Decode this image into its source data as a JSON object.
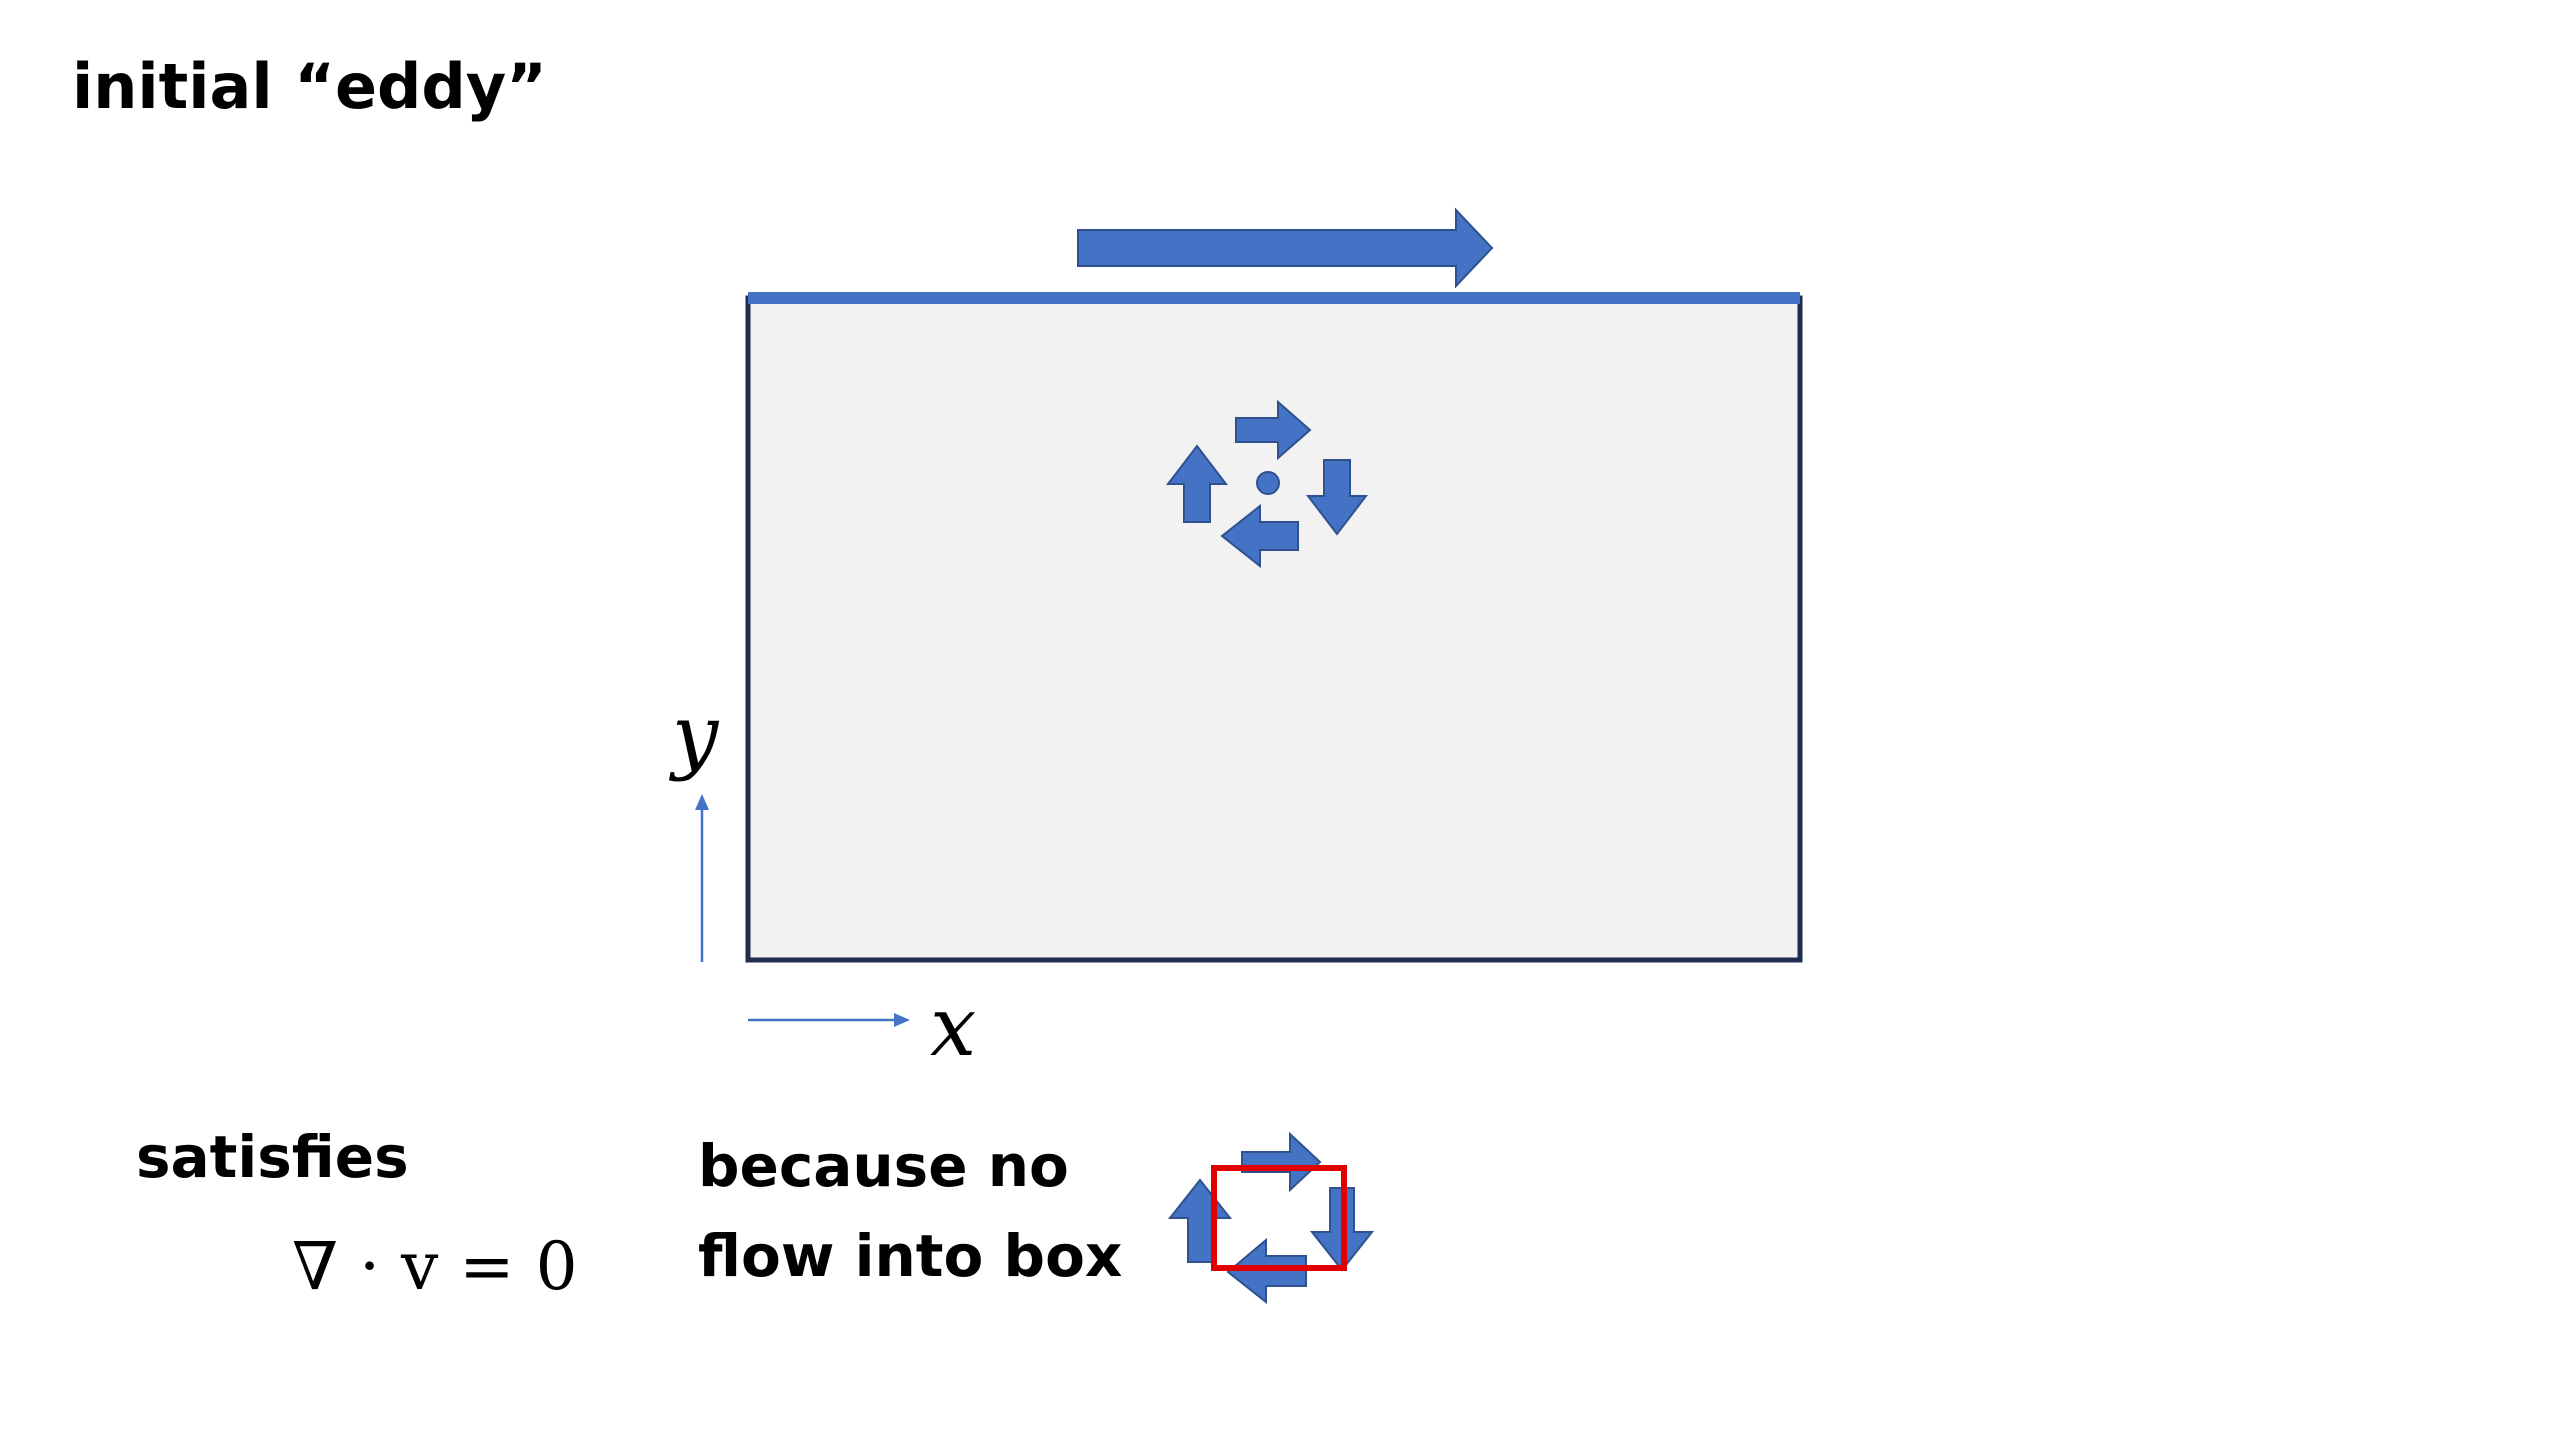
{
  "title": "initial “eddy”",
  "labels": {
    "satisfies": "satisfies",
    "divergence": "∇ · v = 0",
    "because_line1": "because no",
    "because_line2": "flow into box",
    "axis_x": "x",
    "axis_y": "y"
  },
  "colors": {
    "arrow_blue": "#4472c4",
    "arrow_outline": "#2f528f",
    "box_fill": "#f2f2f2",
    "box_border": "#1f2d4e",
    "lid": "#4472c4",
    "highlight_box": "#e00000"
  },
  "icons": {
    "lid_motion": "right-arrow-icon",
    "eddy": "circular-arrows-icon",
    "control_volume": "red-box-icon"
  }
}
